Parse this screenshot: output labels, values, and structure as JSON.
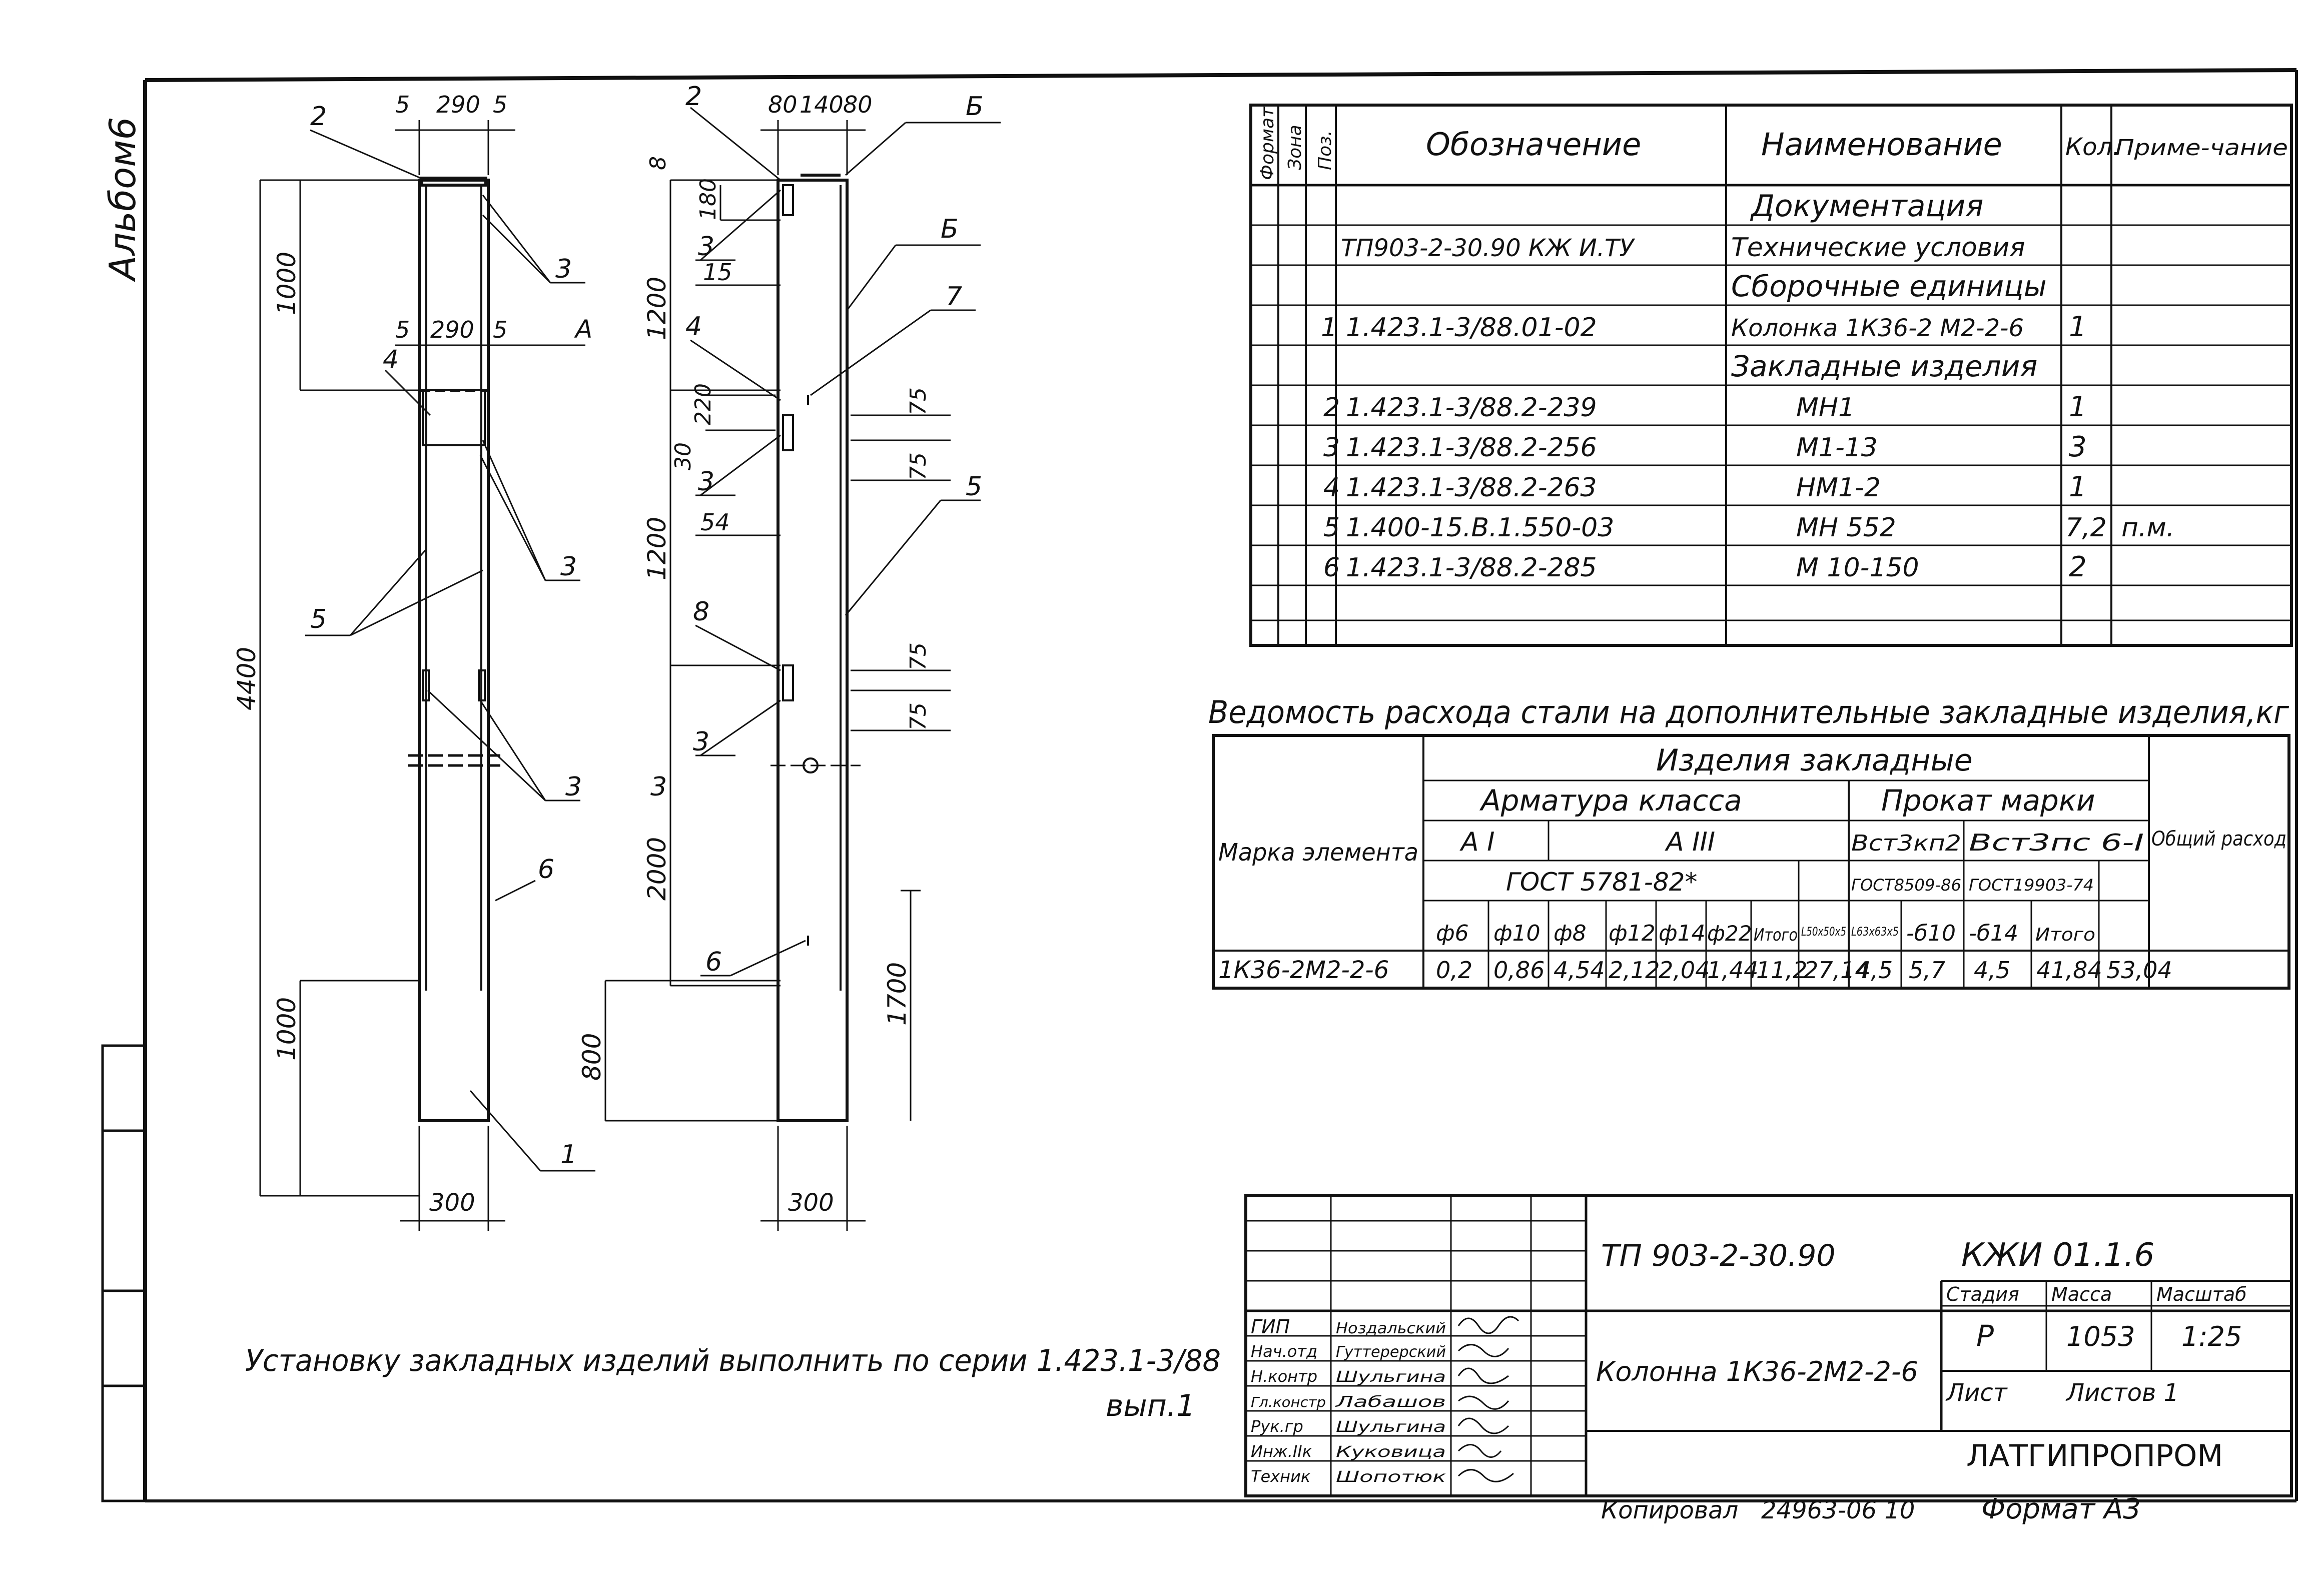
{
  "sheet": {
    "side_label": "Альбом6",
    "format": "Формат А3",
    "copied": "Копировал",
    "copy_code": "24963-06 10"
  },
  "column_front": {
    "dims_top": [
      "5",
      "290",
      "5"
    ],
    "dims_mid": [
      "5",
      "290",
      "5"
    ],
    "dims_vertical": [
      "1000",
      "4400",
      "1000"
    ],
    "width": "300",
    "marks": [
      "2",
      "3",
      "A",
      "4",
      "3",
      "5",
      "3",
      "3",
      "6",
      "1"
    ]
  },
  "column_side": {
    "dims_top": [
      "80",
      "140",
      "80"
    ],
    "dims_vertical": [
      "8",
      "180",
      "1200",
      "1200",
      "2000",
      "800",
      "1700"
    ],
    "small_dims": [
      "15",
      "220",
      "30",
      "54",
      "75",
      "75",
      "75",
      "75"
    ],
    "width": "300",
    "marks": [
      "2",
      "Б",
      "Б",
      "3",
      "4",
      "7",
      "3",
      "5",
      "8",
      "3",
      "6"
    ]
  },
  "spec": {
    "headers": {
      "format": "Формат",
      "zone": "Зона",
      "pos": "Поз.",
      "designation": "Обозначение",
      "name": "Наименование",
      "qty": "Кол.",
      "note": "Приме-чание"
    },
    "rows": [
      {
        "pos": "",
        "designation": "",
        "name": "Документация",
        "qty": "",
        "note": ""
      },
      {
        "pos": "",
        "designation": "ТП903-2-30.90    КЖ И.ТУ",
        "name": "Технические условия",
        "qty": "",
        "note": ""
      },
      {
        "pos": "",
        "designation": "",
        "name": "Сборочные единицы",
        "qty": "",
        "note": ""
      },
      {
        "pos": "1",
        "designation": "1.423.1-3/88.01-02",
        "name": "Колонка 1К36-2 М2-2-6",
        "qty": "1",
        "note": ""
      },
      {
        "pos": "",
        "designation": "",
        "name": "Закладные изделия",
        "qty": "",
        "note": ""
      },
      {
        "pos": "2",
        "designation": "1.423.1-3/88.2-239",
        "name": "МН1",
        "qty": "1",
        "note": ""
      },
      {
        "pos": "3",
        "designation": "1.423.1-3/88.2-256",
        "name": "М1-13",
        "qty": "3",
        "note": ""
      },
      {
        "pos": "4",
        "designation": "1.423.1-3/88.2-263",
        "name": "НМ1-2",
        "qty": "1",
        "note": ""
      },
      {
        "pos": "5",
        "designation": "1.400-15.В.1.550-03",
        "name": "МН 552",
        "qty": "7,2",
        "note": "п.м."
      },
      {
        "pos": "6",
        "designation": "1.423.1-3/88.2-285",
        "name": "М 10-150",
        "qty": "2",
        "note": ""
      },
      {
        "pos": "",
        "designation": "",
        "name": "",
        "qty": "",
        "note": ""
      }
    ]
  },
  "steel": {
    "title": "Ведомость расхода стали на дополнительные закладные изделия,кг",
    "col_element": "Марка элемента",
    "group": "Изделия закладные",
    "armature": "Арматура класса",
    "rolled": "Прокат марки",
    "total": "Общий расход",
    "class_a1": "А I",
    "class_a3": "А III",
    "gost_arm": "ГОСТ 5781-82*",
    "vst3kp2": "Вст3кп2",
    "vst3ps": "Вст3пс 6-I",
    "gost_8509": "ГОСТ8509-86",
    "gost_19903": "ГОСТ19903-74",
    "sub_headers": [
      "ф6",
      "ф10",
      "ф8",
      "ф12",
      "ф14",
      "ф22",
      "Итого",
      "L50x50x5",
      "L63x63x5",
      "-б10",
      "-б14",
      "Итого"
    ],
    "row": {
      "element": "1К36-2М2-2-6",
      "values": [
        "0,2",
        "0,86",
        "4,54",
        "2,12",
        "2,04",
        "1,44",
        "11,2",
        "27,14",
        "4,5",
        "5,7",
        "4,5",
        "41,84",
        "53,04"
      ]
    }
  },
  "note": {
    "line1": "Установку закладных изделий выполнить по серии 1.423.1-3/88",
    "line2": "вып.1"
  },
  "stamp": {
    "code": "ТП 903-2-30.90",
    "sheet_code": "КЖИ 01.1.6",
    "title": "Колонна 1К36-2М2-2-6",
    "stage_h": "Стадия",
    "mass_h": "Масса",
    "scale_h": "Масштаб",
    "stage": "Р",
    "mass": "1053",
    "scale": "1:25",
    "sheet_h": "Лист",
    "sheets_h": "Листов 1",
    "org": "ЛАТГИПРОПРОМ",
    "people": [
      {
        "role": "ГИП",
        "name": "Ноздальский"
      },
      {
        "role": "Нач.отд",
        "name": "Гуттерерский"
      },
      {
        "role": "Н.контр",
        "name": "Шульгина"
      },
      {
        "role": "Гл.констр",
        "name": "Лабашов"
      },
      {
        "role": "Рук.гр",
        "name": "Шульгина"
      },
      {
        "role": "Инж.IIк",
        "name": "Куковица"
      },
      {
        "role": "Техник",
        "name": "Шопотюк"
      }
    ]
  }
}
